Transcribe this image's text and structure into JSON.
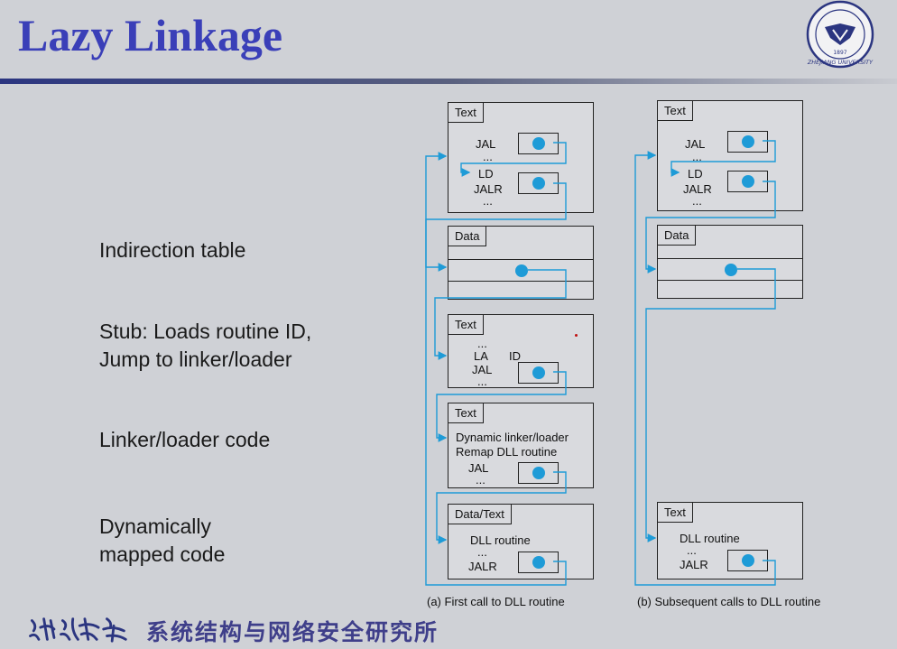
{
  "slide": {
    "title": "Lazy Linkage",
    "logo_text": "ZHEJIANG UNIVERSITY",
    "logo_year": "1897",
    "footer_text": "系统结构与网络安全研究所"
  },
  "labels": [
    "Indirection table",
    "Stub: Loads routine ID,",
    "Jump to linker/loader",
    "Linker/loader code",
    "Dynamically",
    "mapped code"
  ],
  "left": {
    "caption": "(a) First call to DLL routine",
    "text1": {
      "tag": "Text",
      "l1": "JAL",
      "l2": "...",
      "l3": "LD",
      "l4": "JALR",
      "l5": "..."
    },
    "data": {
      "tag": "Data"
    },
    "stub": {
      "tag": "Text",
      "l1": "...",
      "l2": "LA",
      "l2b": "ID",
      "l3": "JAL",
      "l4": "..."
    },
    "linker": {
      "tag": "Text",
      "l1": "Dynamic linker/loader",
      "l2": "Remap DLL routine",
      "l3": "JAL",
      "l4": "..."
    },
    "dll": {
      "tag": "Data/Text",
      "l1": "DLL routine",
      "l2": "...",
      "l3": "JALR"
    }
  },
  "right": {
    "caption": "(b) Subsequent calls to DLL routine",
    "text1": {
      "tag": "Text",
      "l1": "JAL",
      "l2": "...",
      "l3": "LD",
      "l4": "JALR",
      "l5": "..."
    },
    "data": {
      "tag": "Data"
    },
    "dll": {
      "tag": "Text",
      "l1": "DLL routine",
      "l2": "...",
      "l3": "JALR"
    }
  },
  "colors": {
    "title": "#3a3fb8",
    "arrow": "#1e9bd7",
    "background": "#cfd1d6"
  }
}
